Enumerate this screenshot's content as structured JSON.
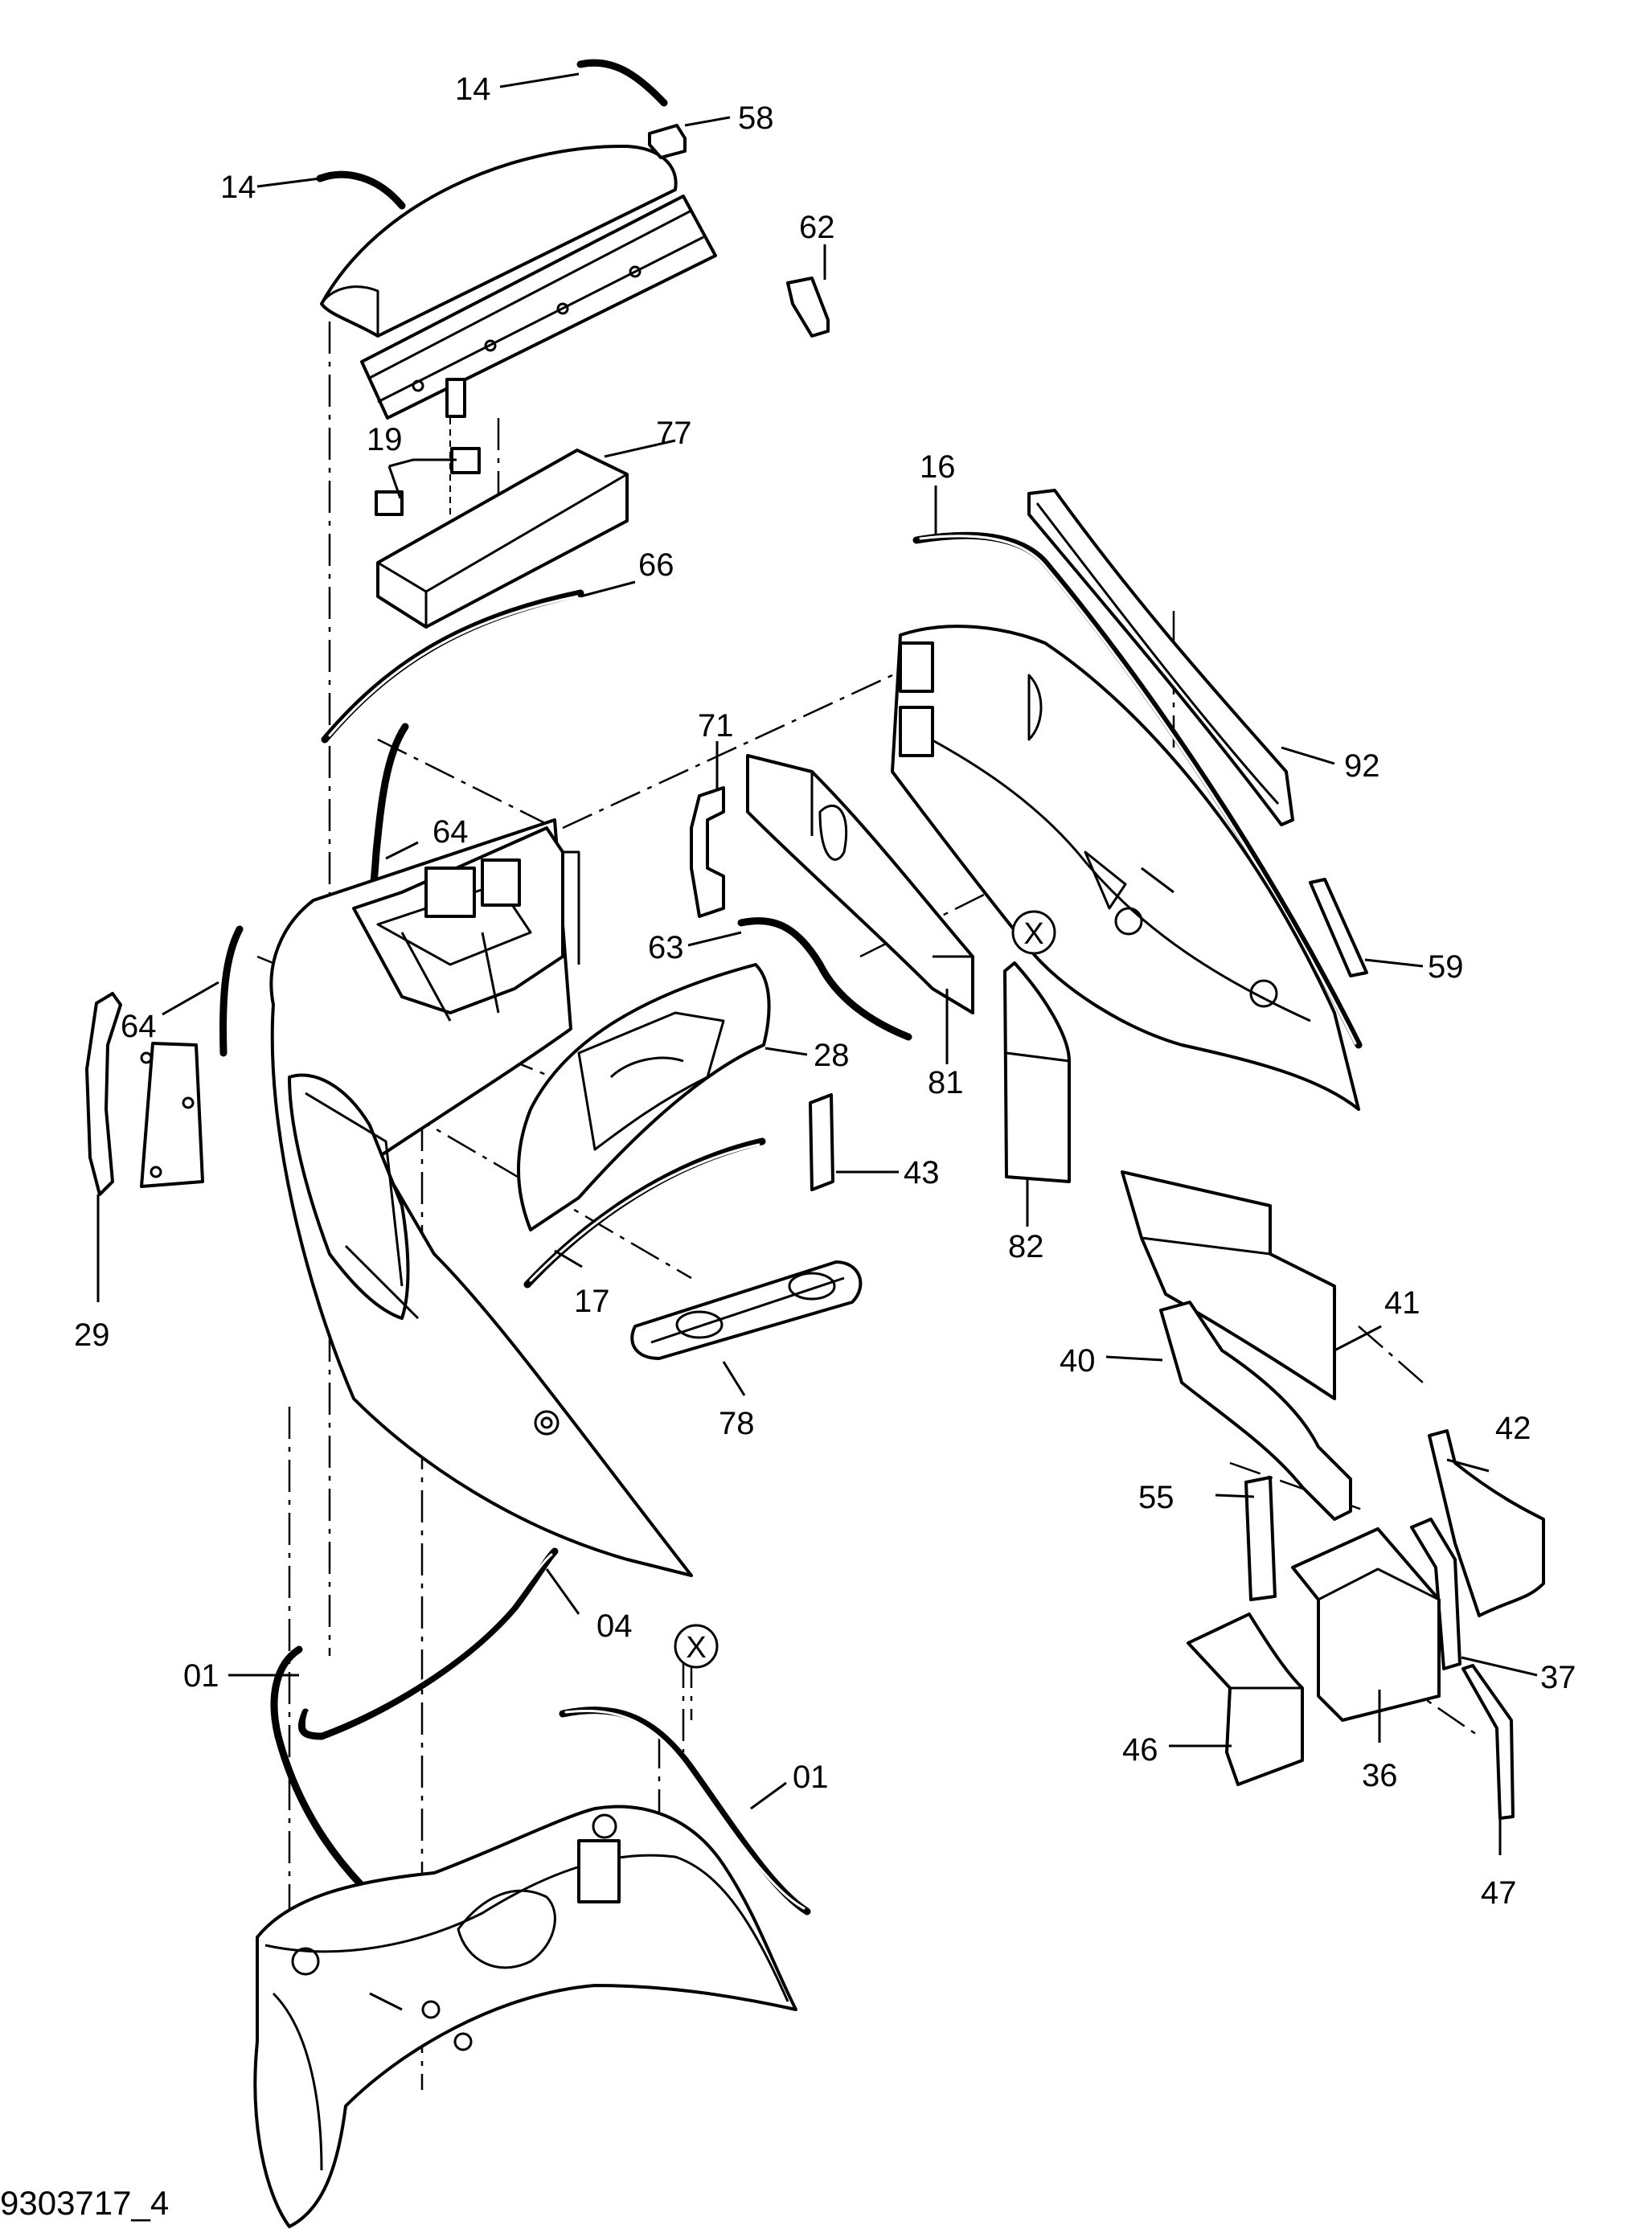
{
  "figure_id": "9303717_4",
  "reference_mark": "X",
  "callouts": {
    "c14a": "14",
    "c14b": "14",
    "c58": "58",
    "c62": "62",
    "c19": "19",
    "c77": "77",
    "c66": "66",
    "c16": "16",
    "c71": "71",
    "c92": "92",
    "c64a": "64",
    "c64b": "64",
    "c63": "63",
    "c59": "59",
    "c28": "28",
    "c81": "81",
    "c43": "43",
    "c82": "82",
    "c29": "29",
    "c17": "17",
    "c41": "41",
    "c40": "40",
    "c78": "78",
    "c42": "42",
    "c55": "55",
    "c04": "04",
    "c01a": "01",
    "c01b": "01",
    "c37": "37",
    "c46": "46",
    "c36": "36",
    "c47": "47"
  }
}
